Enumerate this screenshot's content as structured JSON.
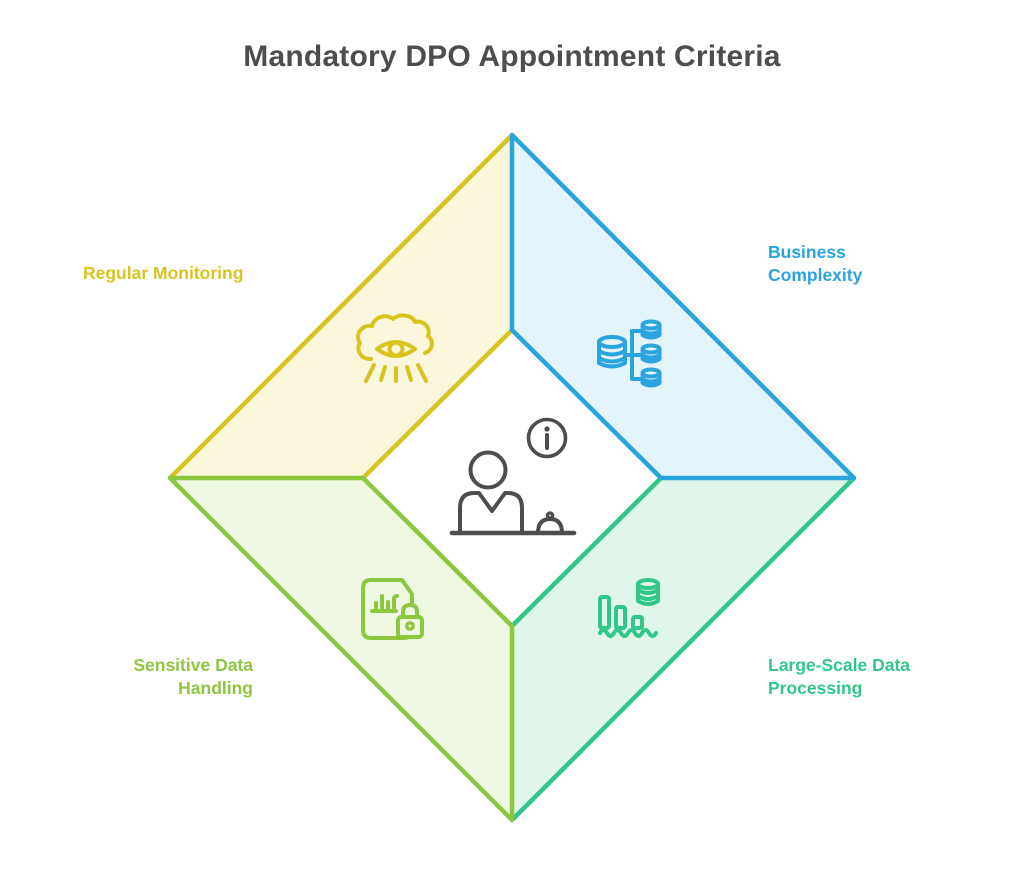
{
  "title": "Mandatory DPO Appointment Criteria",
  "quadrants": [
    {
      "id": "regular-monitoring",
      "label": "Regular Monitoring",
      "position": "top-left",
      "icon": "monitoring-eye-cloud-icon",
      "color": "#d9c41f",
      "fill": "#fbf7dc"
    },
    {
      "id": "business-complexity",
      "label": "Business\nComplexity",
      "position": "top-right",
      "icon": "database-network-icon",
      "color": "#2aa4dc",
      "fill": "#e4f4fb"
    },
    {
      "id": "sensitive-data-handling",
      "label": "Sensitive Data\nHandling",
      "position": "bottom-left",
      "icon": "document-lock-icon",
      "color": "#8dc63f",
      "fill": "#eff8e0"
    },
    {
      "id": "large-scale-data-processing",
      "label": "Large-Scale Data\nProcessing",
      "position": "bottom-right",
      "icon": "barchart-database-icon",
      "color": "#30c788",
      "fill": "#e0f6ea"
    }
  ],
  "center": {
    "icon": "dpo-officer-at-desk-icon",
    "secondary_icon": "info-icon",
    "color": "#4d4d4d"
  },
  "theme": {
    "yellow": "#d9c41f",
    "yellowFill": "#fbf7dc",
    "blue": "#2aa4dc",
    "blueFill": "#e4f4fb",
    "lime": "#8dc63f",
    "limeFill": "#eff8e0",
    "teal": "#30c788",
    "tealFill": "#e0f6ea",
    "ink": "#4d4d4d"
  }
}
